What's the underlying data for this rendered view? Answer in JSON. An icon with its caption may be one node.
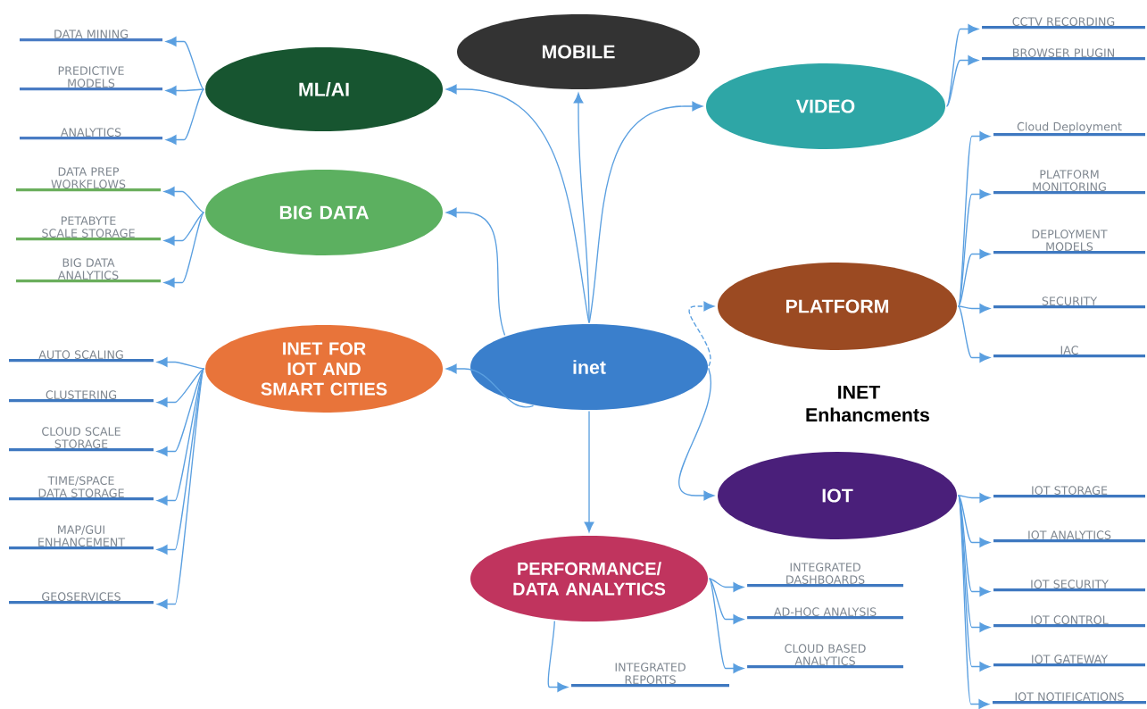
{
  "diagram": {
    "nodes": [
      {
        "text": [
          "inet"
        ]
      },
      {
        "text": [
          "MOBILE"
        ]
      },
      {
        "text": [
          "ML/AI"
        ]
      },
      {
        "text": [
          "VIDEO"
        ]
      },
      {
        "text": [
          "BIG DATA"
        ]
      },
      {
        "text": [
          "PLATFORM"
        ]
      },
      {
        "text": [
          "INET FOR IOT AND SMART CITIES"
        ]
      },
      {
        "text": [
          "IOT"
        ]
      },
      {
        "text": [
          "PERFORMANCE/ DATA ANALYTICS"
        ]
      },
      {
        "text": [
          "DATA MINING"
        ]
      },
      {
        "text": [
          "PREDICTIVE MODELS"
        ]
      },
      {
        "text": [
          "ANALYTICS"
        ]
      },
      {
        "text": [
          "DATA PREP WORKFLOWS"
        ]
      },
      {
        "text": [
          "PETABYTE SCALE STORAGE"
        ]
      },
      {
        "text": [
          "BIG DATA ANALYTICS"
        ]
      },
      {
        "text": [
          "AUTO SCALING"
        ]
      },
      {
        "text": [
          "CLUSTERING"
        ]
      },
      {
        "text": [
          "CLOUD SCALE STORAGE"
        ]
      },
      {
        "text": [
          "TIME/SPACE DATA STORAGE"
        ]
      },
      {
        "text": [
          "MAP/GUI ENHANCEMENT"
        ]
      },
      {
        "text": [
          "GEOSERVICES"
        ]
      },
      {
        "text": [
          "CCTV RECORDING"
        ]
      },
      {
        "text": [
          "BROWSER PLUGIN"
        ]
      },
      {
        "text": [
          "Cloud Deployment"
        ]
      },
      {
        "text": [
          "PLATFORM MONITORING"
        ]
      },
      {
        "text": [
          "DEPLOYMENT MODELS"
        ]
      },
      {
        "text": [
          "SECURITY"
        ]
      },
      {
        "text": [
          "IAC"
        ]
      },
      {
        "text": [
          "IOT STORAGE"
        ]
      },
      {
        "text": [
          "IOT ANALYTICS"
        ]
      },
      {
        "text": [
          "IOT SECURITY"
        ]
      },
      {
        "text": [
          "IOT CONTROL"
        ]
      },
      {
        "text": [
          "IOT GATEWAY"
        ]
      },
      {
        "text": [
          "IOT NOTIFICATIONS"
        ]
      },
      {
        "text": [
          "INTEGRATED DASHBOARDS"
        ]
      },
      {
        "text": [
          "AD-HOC ANALYSIS"
        ]
      },
      {
        "text": [
          "CLOUD BASED ANALYTICS"
        ]
      },
      {
        "text": [
          "INTEGRATED REPORTS"
        ]
      }
    ],
    "edges": [
      {
        "from": 0,
        "to": 1,
        "arrow": "to"
      },
      {
        "from": 0,
        "to": 2,
        "arrow": "to"
      },
      {
        "from": 0,
        "to": 3,
        "arrow": "to"
      },
      {
        "from": 0,
        "to": 4,
        "arrow": "to"
      },
      {
        "from": 0,
        "to": 5,
        "arrow": "to",
        "style": "dashed"
      },
      {
        "from": 0,
        "to": 6,
        "arrow": "to"
      },
      {
        "from": 0,
        "to": 7,
        "arrow": "to"
      },
      {
        "from": 0,
        "to": 8,
        "arrow": "to"
      },
      {
        "from": 2,
        "to": 9,
        "arrow": "to"
      },
      {
        "from": 2,
        "to": 10,
        "arrow": "to"
      },
      {
        "from": 2,
        "to": 11,
        "arrow": "to"
      },
      {
        "from": 4,
        "to": 12,
        "arrow": "to"
      },
      {
        "from": 4,
        "to": 13,
        "arrow": "to"
      },
      {
        "from": 4,
        "to": 14,
        "arrow": "to"
      },
      {
        "from": 6,
        "to": 15,
        "arrow": "to"
      },
      {
        "from": 6,
        "to": 16,
        "arrow": "to"
      },
      {
        "from": 6,
        "to": 17,
        "arrow": "to"
      },
      {
        "from": 6,
        "to": 18,
        "arrow": "to"
      },
      {
        "from": 6,
        "to": 19,
        "arrow": "to"
      },
      {
        "from": 6,
        "to": 20,
        "arrow": "to"
      },
      {
        "from": 3,
        "to": 21,
        "arrow": "to"
      },
      {
        "from": 3,
        "to": 22,
        "arrow": "to"
      },
      {
        "from": 5,
        "to": 23,
        "arrow": "to"
      },
      {
        "from": 5,
        "to": 24,
        "arrow": "to"
      },
      {
        "from": 5,
        "to": 25,
        "arrow": "to"
      },
      {
        "from": 5,
        "to": 26,
        "arrow": "to"
      },
      {
        "from": 5,
        "to": 27,
        "arrow": "to"
      },
      {
        "from": 7,
        "to": 28,
        "arrow": "to"
      },
      {
        "from": 7,
        "to": 29,
        "arrow": "to"
      },
      {
        "from": 7,
        "to": 30,
        "arrow": "to"
      },
      {
        "from": 7,
        "to": 31,
        "arrow": "to"
      },
      {
        "from": 7,
        "to": 32,
        "arrow": "to"
      },
      {
        "from": 7,
        "to": 33,
        "arrow": "to"
      },
      {
        "from": 8,
        "to": 34,
        "arrow": "to"
      },
      {
        "from": 8,
        "to": 35,
        "arrow": "to"
      },
      {
        "from": 8,
        "to": 36,
        "arrow": "to"
      },
      {
        "from": 8,
        "to": 37,
        "arrow": "to"
      }
    ],
    "labels": [
      "INET Enhancments"
    ]
  }
}
